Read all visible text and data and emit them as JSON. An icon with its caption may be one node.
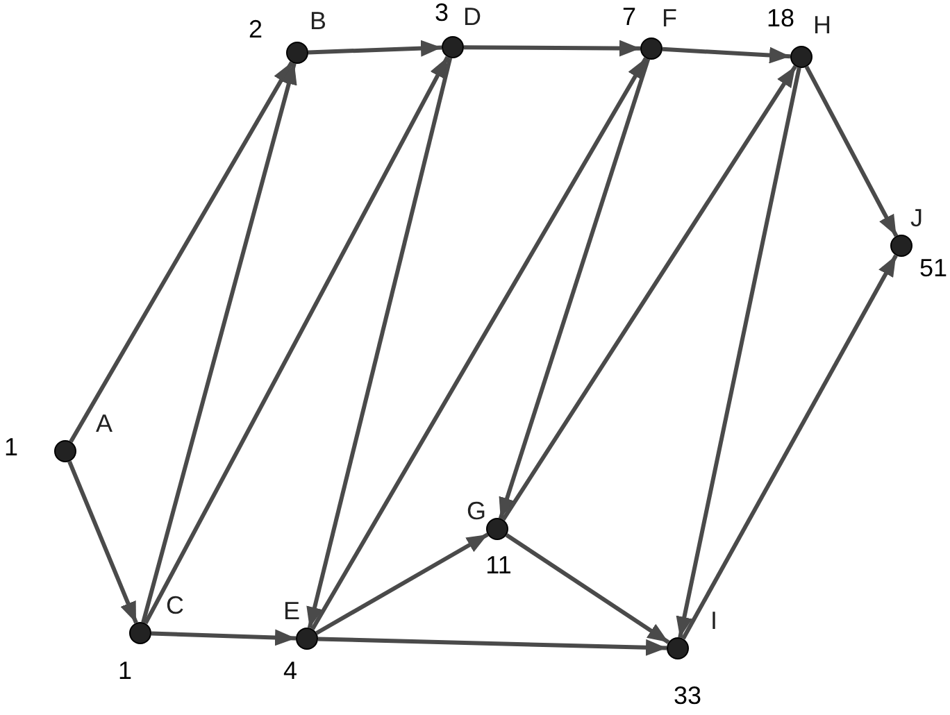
{
  "diagram": {
    "nodes": [
      {
        "text": [
          "A"
        ],
        "beside": [
          "1"
        ]
      },
      {
        "text": [
          "B"
        ],
        "beside": [
          "2"
        ]
      },
      {
        "text": [
          "C"
        ],
        "beside": [
          "1"
        ]
      },
      {
        "text": [
          "D"
        ],
        "beside": [
          "3"
        ]
      },
      {
        "text": [
          "E"
        ],
        "beside": [
          "4"
        ]
      },
      {
        "text": [
          "F"
        ],
        "beside": [
          "7"
        ]
      },
      {
        "text": [
          "G"
        ],
        "beside": [
          "11"
        ]
      },
      {
        "text": [
          "H"
        ],
        "beside": [
          "18"
        ]
      },
      {
        "text": [
          "I"
        ],
        "beside": [
          "33"
        ]
      },
      {
        "text": [
          "J"
        ],
        "beside": [
          "51"
        ]
      }
    ],
    "edges": [
      {
        "from": 0,
        "to": 1,
        "arrow": "to"
      },
      {
        "from": 0,
        "to": 2,
        "arrow": "to"
      },
      {
        "from": 1,
        "to": 3,
        "arrow": "to"
      },
      {
        "from": 2,
        "to": 1,
        "arrow": "to"
      },
      {
        "from": 2,
        "to": 3,
        "arrow": "to"
      },
      {
        "from": 2,
        "to": 4,
        "arrow": "to"
      },
      {
        "from": 3,
        "to": 5,
        "arrow": "to"
      },
      {
        "from": 3,
        "to": 4,
        "arrow": "to"
      },
      {
        "from": 4,
        "to": 5,
        "arrow": "to"
      },
      {
        "from": 4,
        "to": 6,
        "arrow": "to"
      },
      {
        "from": 4,
        "to": 8,
        "arrow": "to"
      },
      {
        "from": 5,
        "to": 7,
        "arrow": "to"
      },
      {
        "from": 5,
        "to": 6,
        "arrow": "to"
      },
      {
        "from": 6,
        "to": 7,
        "arrow": "to"
      },
      {
        "from": 6,
        "to": 8,
        "arrow": "to"
      },
      {
        "from": 7,
        "to": 9,
        "arrow": "to"
      },
      {
        "from": 7,
        "to": 8,
        "arrow": "to"
      },
      {
        "from": 8,
        "to": 9,
        "arrow": "to"
      }
    ]
  }
}
